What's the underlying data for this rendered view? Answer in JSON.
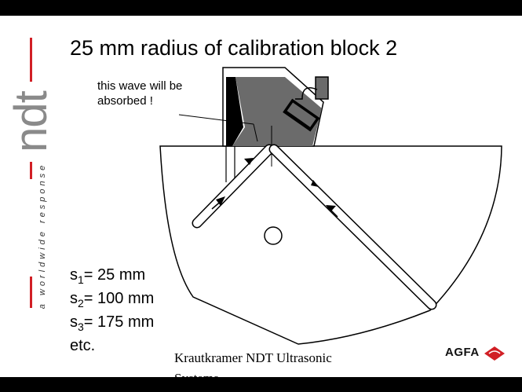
{
  "slide": {
    "title": "25 mm radius of calibration block 2",
    "callout": "this wave will be absorbed !",
    "distances": [
      {
        "label": "s",
        "sub": "1",
        "value": "= 25 mm"
      },
      {
        "label": "s",
        "sub": "2",
        "value": "= 100 mm"
      },
      {
        "label": "s",
        "sub": "3",
        "value": "= 175 mm"
      }
    ],
    "etc": "etc.",
    "footer": "Krautkramer NDT Ultrasonic Systems"
  },
  "branding": {
    "logo_word": "ndt",
    "tagline": "a worldwide response",
    "company_logo": "AGFA",
    "accent_color": "#d11f25"
  },
  "colors": {
    "probe": "#6b6b6b",
    "absorber": "#000000",
    "block_outline": "#000000"
  }
}
